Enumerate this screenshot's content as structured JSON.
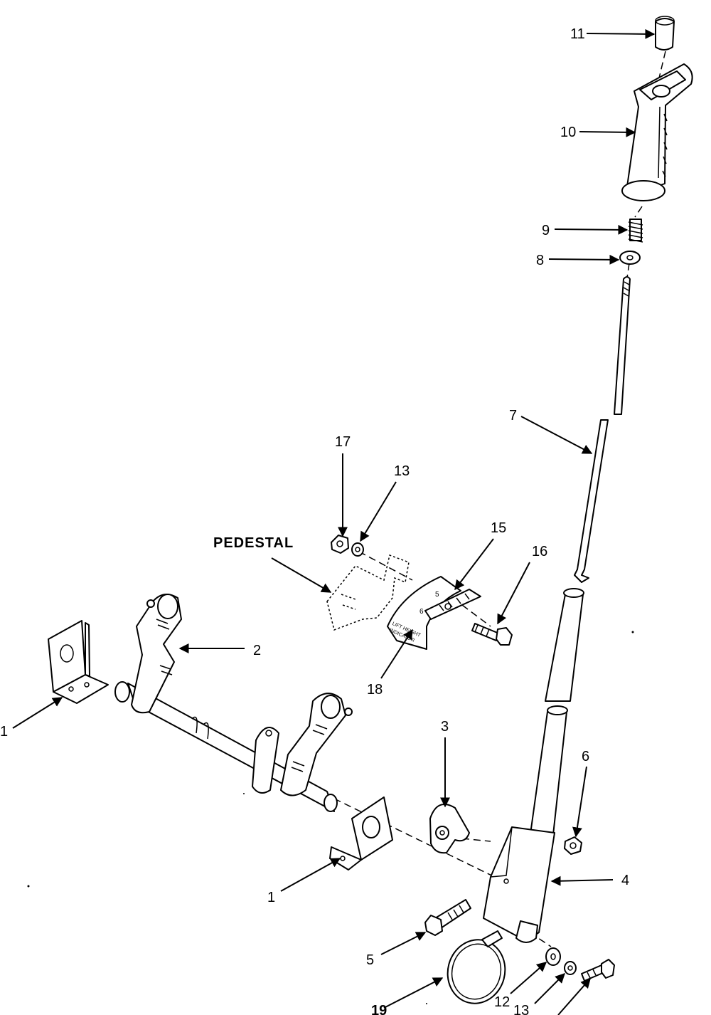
{
  "diagram": {
    "labels": {
      "l1a": "1",
      "l1b": "1",
      "l2": "2",
      "l3": "3",
      "l4": "4",
      "l5": "5",
      "l6": "6",
      "l7": "7",
      "l8": "8",
      "l9": "9",
      "l10": "10",
      "l11": "11",
      "l12": "12",
      "l13a": "13",
      "l13b": "13",
      "l15": "15",
      "l16": "16",
      "l17": "17",
      "l18": "18",
      "l19": "19",
      "pedestal": "PEDESTAL"
    },
    "indicator": {
      "line1": "LIFT HEIGHT",
      "line2": "INDICATOR",
      "mark5": "5",
      "mark6": "6"
    }
  }
}
